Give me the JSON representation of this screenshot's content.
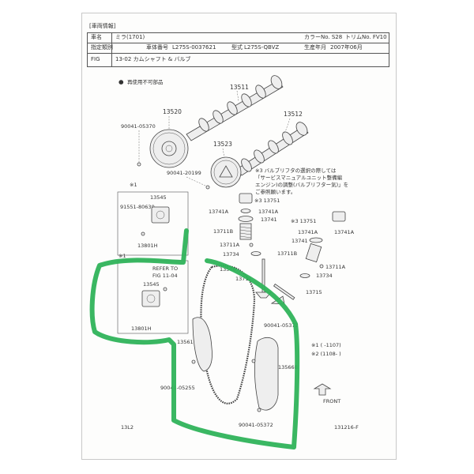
{
  "header": {
    "section_title": "[車両情報]",
    "row1": {
      "model_label": "車名",
      "model_value": "ミラ(1701)",
      "color_label": "カラーNo. S28",
      "trim_label": "トリムNo. FV10"
    },
    "row2": {
      "spec_label": "指定類別",
      "chassis_label": "車体番号",
      "chassis_value": "L275S-0037621",
      "type_label": "型式",
      "type_value": "L275S-QBVZ",
      "date_label": "生産年月",
      "date_value": "2007年06月"
    },
    "row3": {
      "fig_label": "FIG",
      "fig_value": "13-02 カムシャフト & バルブ"
    }
  },
  "legend": {
    "bullet": "●",
    "text": "再使用不可部品"
  },
  "note": {
    "lines": [
      "※3 バルブリフタの選択の際しては",
      "「サービスマニュアルユニット整備編",
      "エンジン)の調整(バルブリフター気)」を",
      "ご参照願います。"
    ]
  },
  "parts": {
    "p13511": "13511",
    "p13520": "13520",
    "p13512": "13512",
    "p90041_05370": "90041-05370",
    "p13523": "13523",
    "p90041_20199": "90041-20199",
    "p13751_a": "※3 13751",
    "p13741A_a": "13741A",
    "p13741A_b": "13741A",
    "p13741_a": "13741",
    "p13711B_a": "13711B",
    "p13711A_a": "13711A",
    "p13734_a": "13734",
    "p13751_b": "※3 13751",
    "p13741A_c": "13741A",
    "p13741A_d": "13741A",
    "p13741_b": "13741",
    "p13711B_b": "13711B",
    "p13711A_b": "13711A",
    "p13734_b": "13734",
    "p13711": "13711",
    "p13715": "13715",
    "p13506": "13506",
    "p90041_05372_a": "90041-05372",
    "p13561": "13561",
    "p13566B": "13566B",
    "p90041_05255": "90041-05255",
    "p90041_05372_b": "90041-05372",
    "p13545_a": "13545",
    "p91551_80630": "91551-80630",
    "p13801H_a": "13801H",
    "p13545_b": "13545",
    "p13801H_b": "13801H",
    "refer_1": "REFER TO",
    "refer_2": "FIG 11-04",
    "mark_1": "※1",
    "mark_1b": "※1",
    "range_1": "※1 (    -1107)",
    "range_2": "※2 (1108-    )",
    "front": "FRONT"
  },
  "footer": {
    "left_code": "13L2",
    "right_code": "131216-F"
  },
  "colors": {
    "annotation": "#2fb35a",
    "ink": "#333333",
    "paper": "#fdfdfc"
  }
}
